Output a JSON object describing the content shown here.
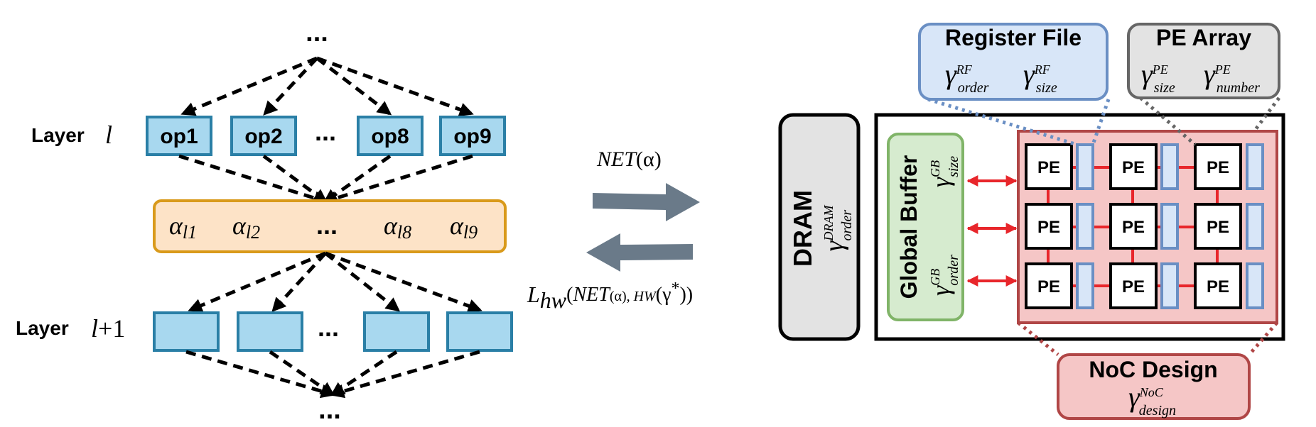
{
  "nas": {
    "ellipsis": "...",
    "layer_label": "Layer",
    "layer_l_var": "l",
    "layer_l1_var": "l",
    "layer_l1_suffix": "+1",
    "ops": [
      "op1",
      "op2",
      "op8",
      "op9"
    ],
    "alpha_symbol": "α",
    "alpha_subs": [
      "l1",
      "l2",
      "l8",
      "l9"
    ]
  },
  "arrows": {
    "net_fn": "NET",
    "net_arg": "(α)",
    "loss_L": "L",
    "loss_sub": "hw",
    "loss_open": "(",
    "loss_net": "NET",
    "loss_alpha": "(α), ",
    "loss_hw": "HW",
    "loss_gamma": "(γ",
    "loss_star": "*",
    "loss_close": "))"
  },
  "hw": {
    "gamma": "γ",
    "dram": {
      "title": "DRAM",
      "sup": "DRAM",
      "sub": "order"
    },
    "global_buffer": {
      "title": "Global Buffer",
      "sup1": "GB",
      "sub1": "order",
      "sup2": "GB",
      "sub2": "size"
    },
    "register_file": {
      "title": "Register File",
      "sup1": "RF",
      "sub1": "order",
      "sup2": "RF",
      "sub2": "size"
    },
    "pe_array": {
      "title": "PE Array",
      "sup1": "PE",
      "sub1": "size",
      "sup2": "PE",
      "sub2": "number"
    },
    "noc": {
      "title": "NoC Design",
      "sup": "NoC",
      "sub": "design"
    },
    "pe_label": "PE"
  },
  "colors": {
    "op_fill": "#a8d8ef",
    "op_stroke": "#2a7fa6",
    "alpha_fill": "#fde3c7",
    "alpha_stroke": "#d99a1b",
    "arrow_gray": "#6a7a89",
    "dram_fill": "#e3e3e3",
    "gb_fill": "#d6ebcf",
    "gb_stroke": "#80b468",
    "rf_fill": "#d8e6f8",
    "rf_stroke": "#6a8fc4",
    "pe_array_fill": "#e3e3e3",
    "pe_array_stroke": "#666666",
    "noc_fill": "#f5c6c6",
    "noc_stroke": "#b04646",
    "red": "#e8262b"
  }
}
